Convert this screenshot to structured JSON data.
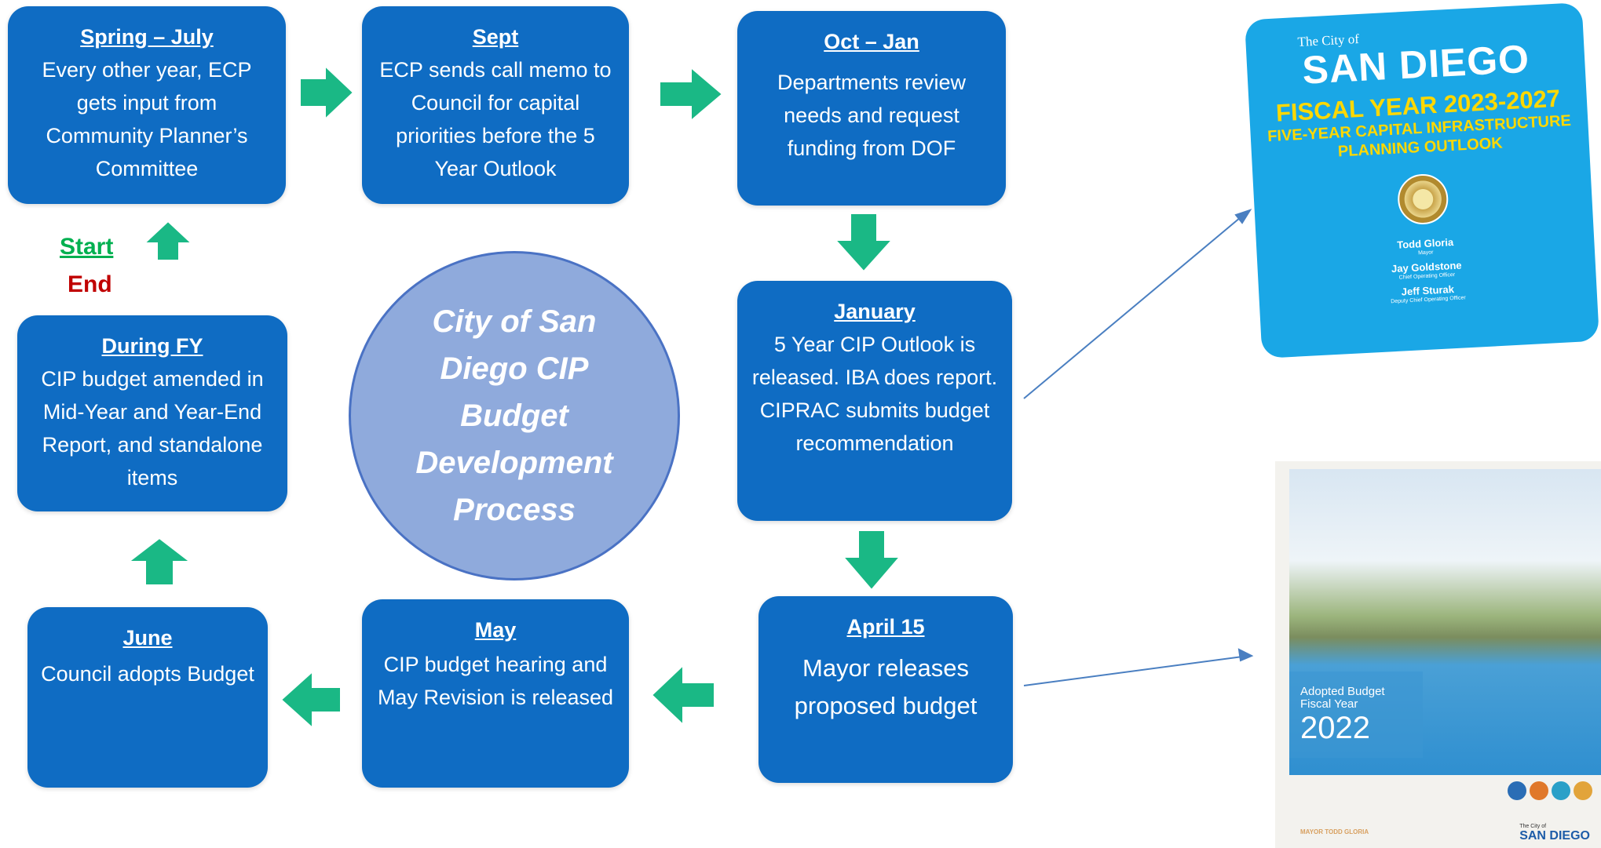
{
  "center": {
    "text": "City of San Diego CIP Budget Development Process"
  },
  "loop_labels": {
    "start": "Start",
    "end": "End"
  },
  "steps": {
    "spring_july": {
      "title": "Spring – July",
      "body": "Every other year, ECP gets input from Community Planner’s Committee"
    },
    "sept": {
      "title": "Sept",
      "body": "ECP sends call memo to Council for capital priorities before the 5 Year Outlook"
    },
    "oct_jan": {
      "title": "Oct – Jan",
      "body": "Departments review needs and request funding from DOF"
    },
    "january": {
      "title": "January",
      "body": "5 Year CIP Outlook is released. IBA does report. CIPRAC submits budget recommendation"
    },
    "april": {
      "title": "April 15",
      "body": "Mayor releases proposed budget"
    },
    "may": {
      "title": "May",
      "body": "CIP budget hearing and May Revision is released"
    },
    "june": {
      "title": "June",
      "body": "Council adopts Budget"
    },
    "during_fy": {
      "title": "During FY",
      "body": "CIP budget amended in Mid-Year and Year-End Report, and standalone items"
    }
  },
  "colors": {
    "box": "#0f6cc3",
    "arrow": "#1ab885",
    "circle": "#8faadc",
    "connector": "#4a7fc1",
    "start": "#00b050",
    "end": "#c00000"
  },
  "outlook_cover": {
    "pre_title": "The City of",
    "city": "SAN DIEGO",
    "fiscal_year": "FISCAL YEAR 2023-2027",
    "subtitle_1": "FIVE-YEAR CAPITAL INFRASTRUCTURE",
    "subtitle_2": "PLANNING OUTLOOK",
    "people": [
      {
        "name": "Todd Gloria",
        "role": "Mayor"
      },
      {
        "name": "Jay Goldstone",
        "role": "Chief Operating Officer"
      },
      {
        "name": "Jeff Sturak",
        "role": "Deputy Chief Operating Officer"
      }
    ]
  },
  "budget_cover": {
    "label_1": "Adopted Budget",
    "label_2": "Fiscal Year",
    "year": "2022",
    "mayor": "MAYOR TODD GLORIA",
    "brand_small": "The City of",
    "brand": "SAN DIEGO"
  }
}
